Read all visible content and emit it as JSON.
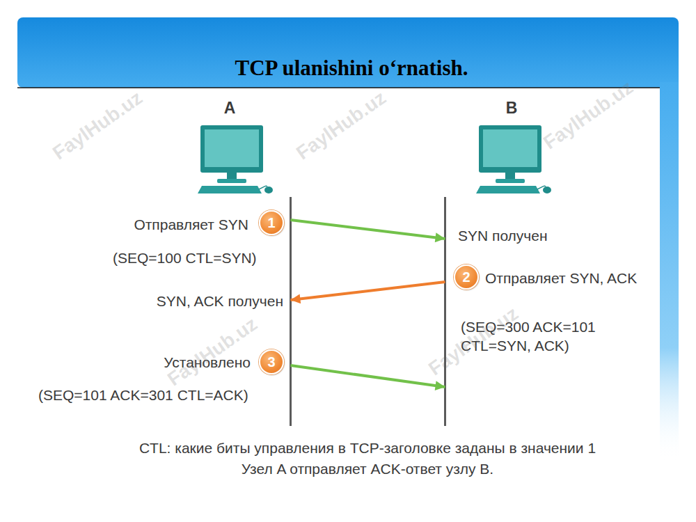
{
  "diagram": {
    "title": "TCP ulanishini o‘rnatish.",
    "nodes": [
      {
        "text": [
          "A"
        ]
      },
      {
        "text": [
          "1"
        ],
        "in": 0
      },
      {
        "text": [
          "B"
        ]
      },
      {
        "text": [
          "2"
        ],
        "in": 2
      },
      {
        "text": [
          "3"
        ],
        "in": 0
      }
    ],
    "edges": [
      {
        "from": 0,
        "to": 2,
        "arrow": "to"
      },
      {
        "from": 2,
        "to": 0,
        "arrow": "to"
      },
      {
        "from": 0,
        "to": 2,
        "arrow": "to"
      }
    ],
    "labels": [
      "Отправляет SYN",
      "(SEQ=100 CTL=SYN)",
      "SYN получен",
      "Отправляет SYN, ACK",
      "SYN, ACK получен",
      "(SEQ=300 ACK=101 CTL=SYN, ACK)",
      "Установлено",
      "(SEQ=101 ACK=301 CTL=ACK)",
      "CTL: какие биты управления в TCP-заголовке заданы в значении 1",
      "Узел A отправляет ACK-ответ узлу B.",
      "FaylHub.uz",
      "FaylHub.uz",
      "FaylHub.uz",
      "FaylHub.uz",
      "FaylHub.uz"
    ]
  }
}
